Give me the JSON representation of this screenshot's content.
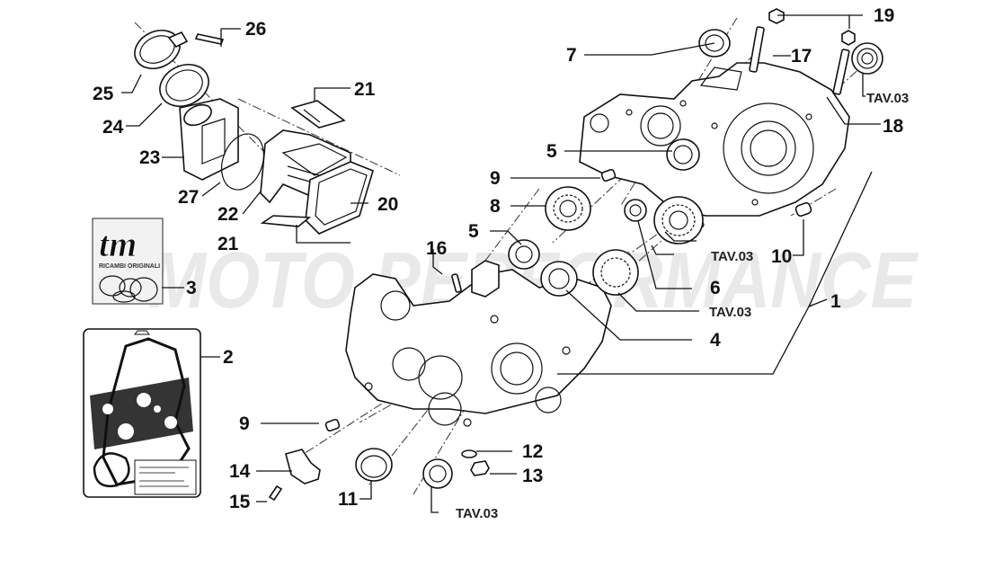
{
  "diagram": {
    "type": "exploded parts diagram",
    "subject": "Engine crankcase assembly",
    "watermark": "MOTO PERFORMANCE",
    "reference_table_label": "TAV.03",
    "packaging": {
      "seal_kit_brand": "tm",
      "seal_kit_caption": "RICAMBI ORIGINALI"
    },
    "callouts": [
      {
        "id": "c1",
        "label": "1"
      },
      {
        "id": "c2",
        "label": "2"
      },
      {
        "id": "c3",
        "label": "3"
      },
      {
        "id": "c4",
        "label": "4"
      },
      {
        "id": "c5a",
        "label": "5"
      },
      {
        "id": "c5b",
        "label": "5"
      },
      {
        "id": "c6",
        "label": "6"
      },
      {
        "id": "c7",
        "label": "7"
      },
      {
        "id": "c8",
        "label": "8"
      },
      {
        "id": "c9a",
        "label": "9"
      },
      {
        "id": "c9b",
        "label": "9"
      },
      {
        "id": "c10",
        "label": "10"
      },
      {
        "id": "c11",
        "label": "11"
      },
      {
        "id": "c12",
        "label": "12"
      },
      {
        "id": "c13",
        "label": "13"
      },
      {
        "id": "c14",
        "label": "14"
      },
      {
        "id": "c15",
        "label": "15"
      },
      {
        "id": "c16",
        "label": "16"
      },
      {
        "id": "c17",
        "label": "17"
      },
      {
        "id": "c18",
        "label": "18"
      },
      {
        "id": "c19",
        "label": "19"
      },
      {
        "id": "c20",
        "label": "20"
      },
      {
        "id": "c21a",
        "label": "21"
      },
      {
        "id": "c21b",
        "label": "21"
      },
      {
        "id": "c22",
        "label": "22"
      },
      {
        "id": "c23",
        "label": "23"
      },
      {
        "id": "c24",
        "label": "24"
      },
      {
        "id": "c25",
        "label": "25"
      },
      {
        "id": "c26",
        "label": "26"
      },
      {
        "id": "c27",
        "label": "27"
      }
    ],
    "table_refs": [
      {
        "id": "t1",
        "label": "TAV.03"
      },
      {
        "id": "t2",
        "label": "TAV.03"
      },
      {
        "id": "t3",
        "label": "TAV.03"
      },
      {
        "id": "t4",
        "label": "TAV.03"
      }
    ]
  }
}
